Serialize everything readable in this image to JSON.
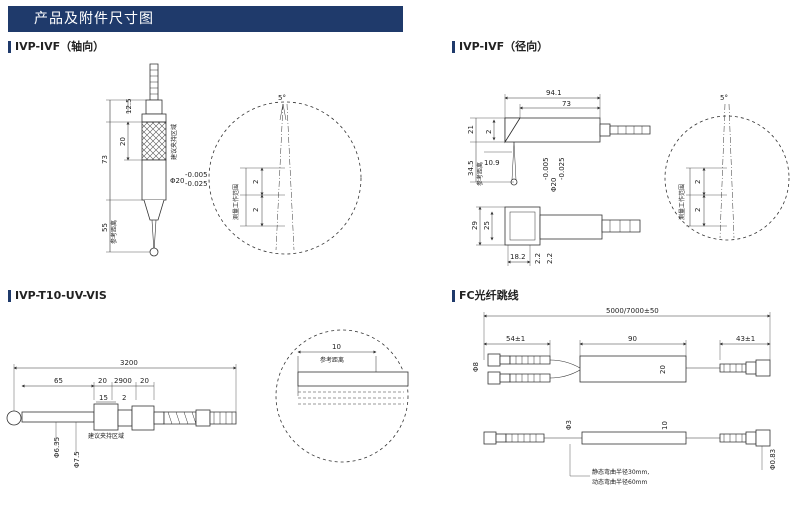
{
  "banner": {
    "title": "产品及附件尺寸图"
  },
  "sections": {
    "axial": "IVP-IVF（轴向）",
    "radial": "IVP-IVF（径向）",
    "t10": "IVP-T10-UV-VIS",
    "fc": "FC光纤跳线"
  },
  "axial": {
    "dim_top": "12.5",
    "dim_clamp": "20",
    "clamp_label": "建议夹持区域",
    "dim_total": "73",
    "diameter_top": "-0.005",
    "diameter_bottom": "-0.025",
    "diameter_prefix": "Φ20",
    "dim_ref": "55",
    "ref_label": "参考距离",
    "angle": "5°",
    "range_label": "测量工作范围",
    "dim_range": "2",
    "dim_range2": "2"
  },
  "radial": {
    "dim_total": "94.1",
    "dim_body": "73",
    "dim_21": "21",
    "dim_2": "2",
    "dim_10_9": "10.9",
    "dim_34_5": "34.5",
    "ref_label": "参考距离",
    "diameter_prefix": "Φ20",
    "diameter_top": "-0.005",
    "diameter_bottom": "-0.025",
    "angle": "5°",
    "range_label": "测量工作范围",
    "dim_range": "2",
    "dim_range2": "2",
    "dim_29": "29",
    "dim_25": "25",
    "dim_18_2": "18.2",
    "dim_2_2a": "2.2",
    "dim_2_2b": "2.2"
  },
  "t10": {
    "dim_total": "3200",
    "dim_65": "65",
    "dim_20a": "20",
    "dim_2900": "2900",
    "dim_20b": "20",
    "dim_15": "15",
    "dim_2": "2",
    "dim_6_35": "Φ6.35",
    "dim_7_5": "Φ7.5",
    "clamp_label": "建议夹持区域",
    "detail_10": "10",
    "ref_label": "参考距离"
  },
  "fc": {
    "dim_total": "5000/7000±50",
    "dim_54": "54±1",
    "dim_90": "90",
    "dim_43": "43±1",
    "dim_20": "20",
    "dim_phi8": "Φ8",
    "dim_phi3": "Φ3",
    "dim_10": "10",
    "dim_phi083": "Φ0.83",
    "bend_static": "静态弯曲半径30mm,",
    "bend_dynamic": "动态弯曲半径60mm"
  }
}
